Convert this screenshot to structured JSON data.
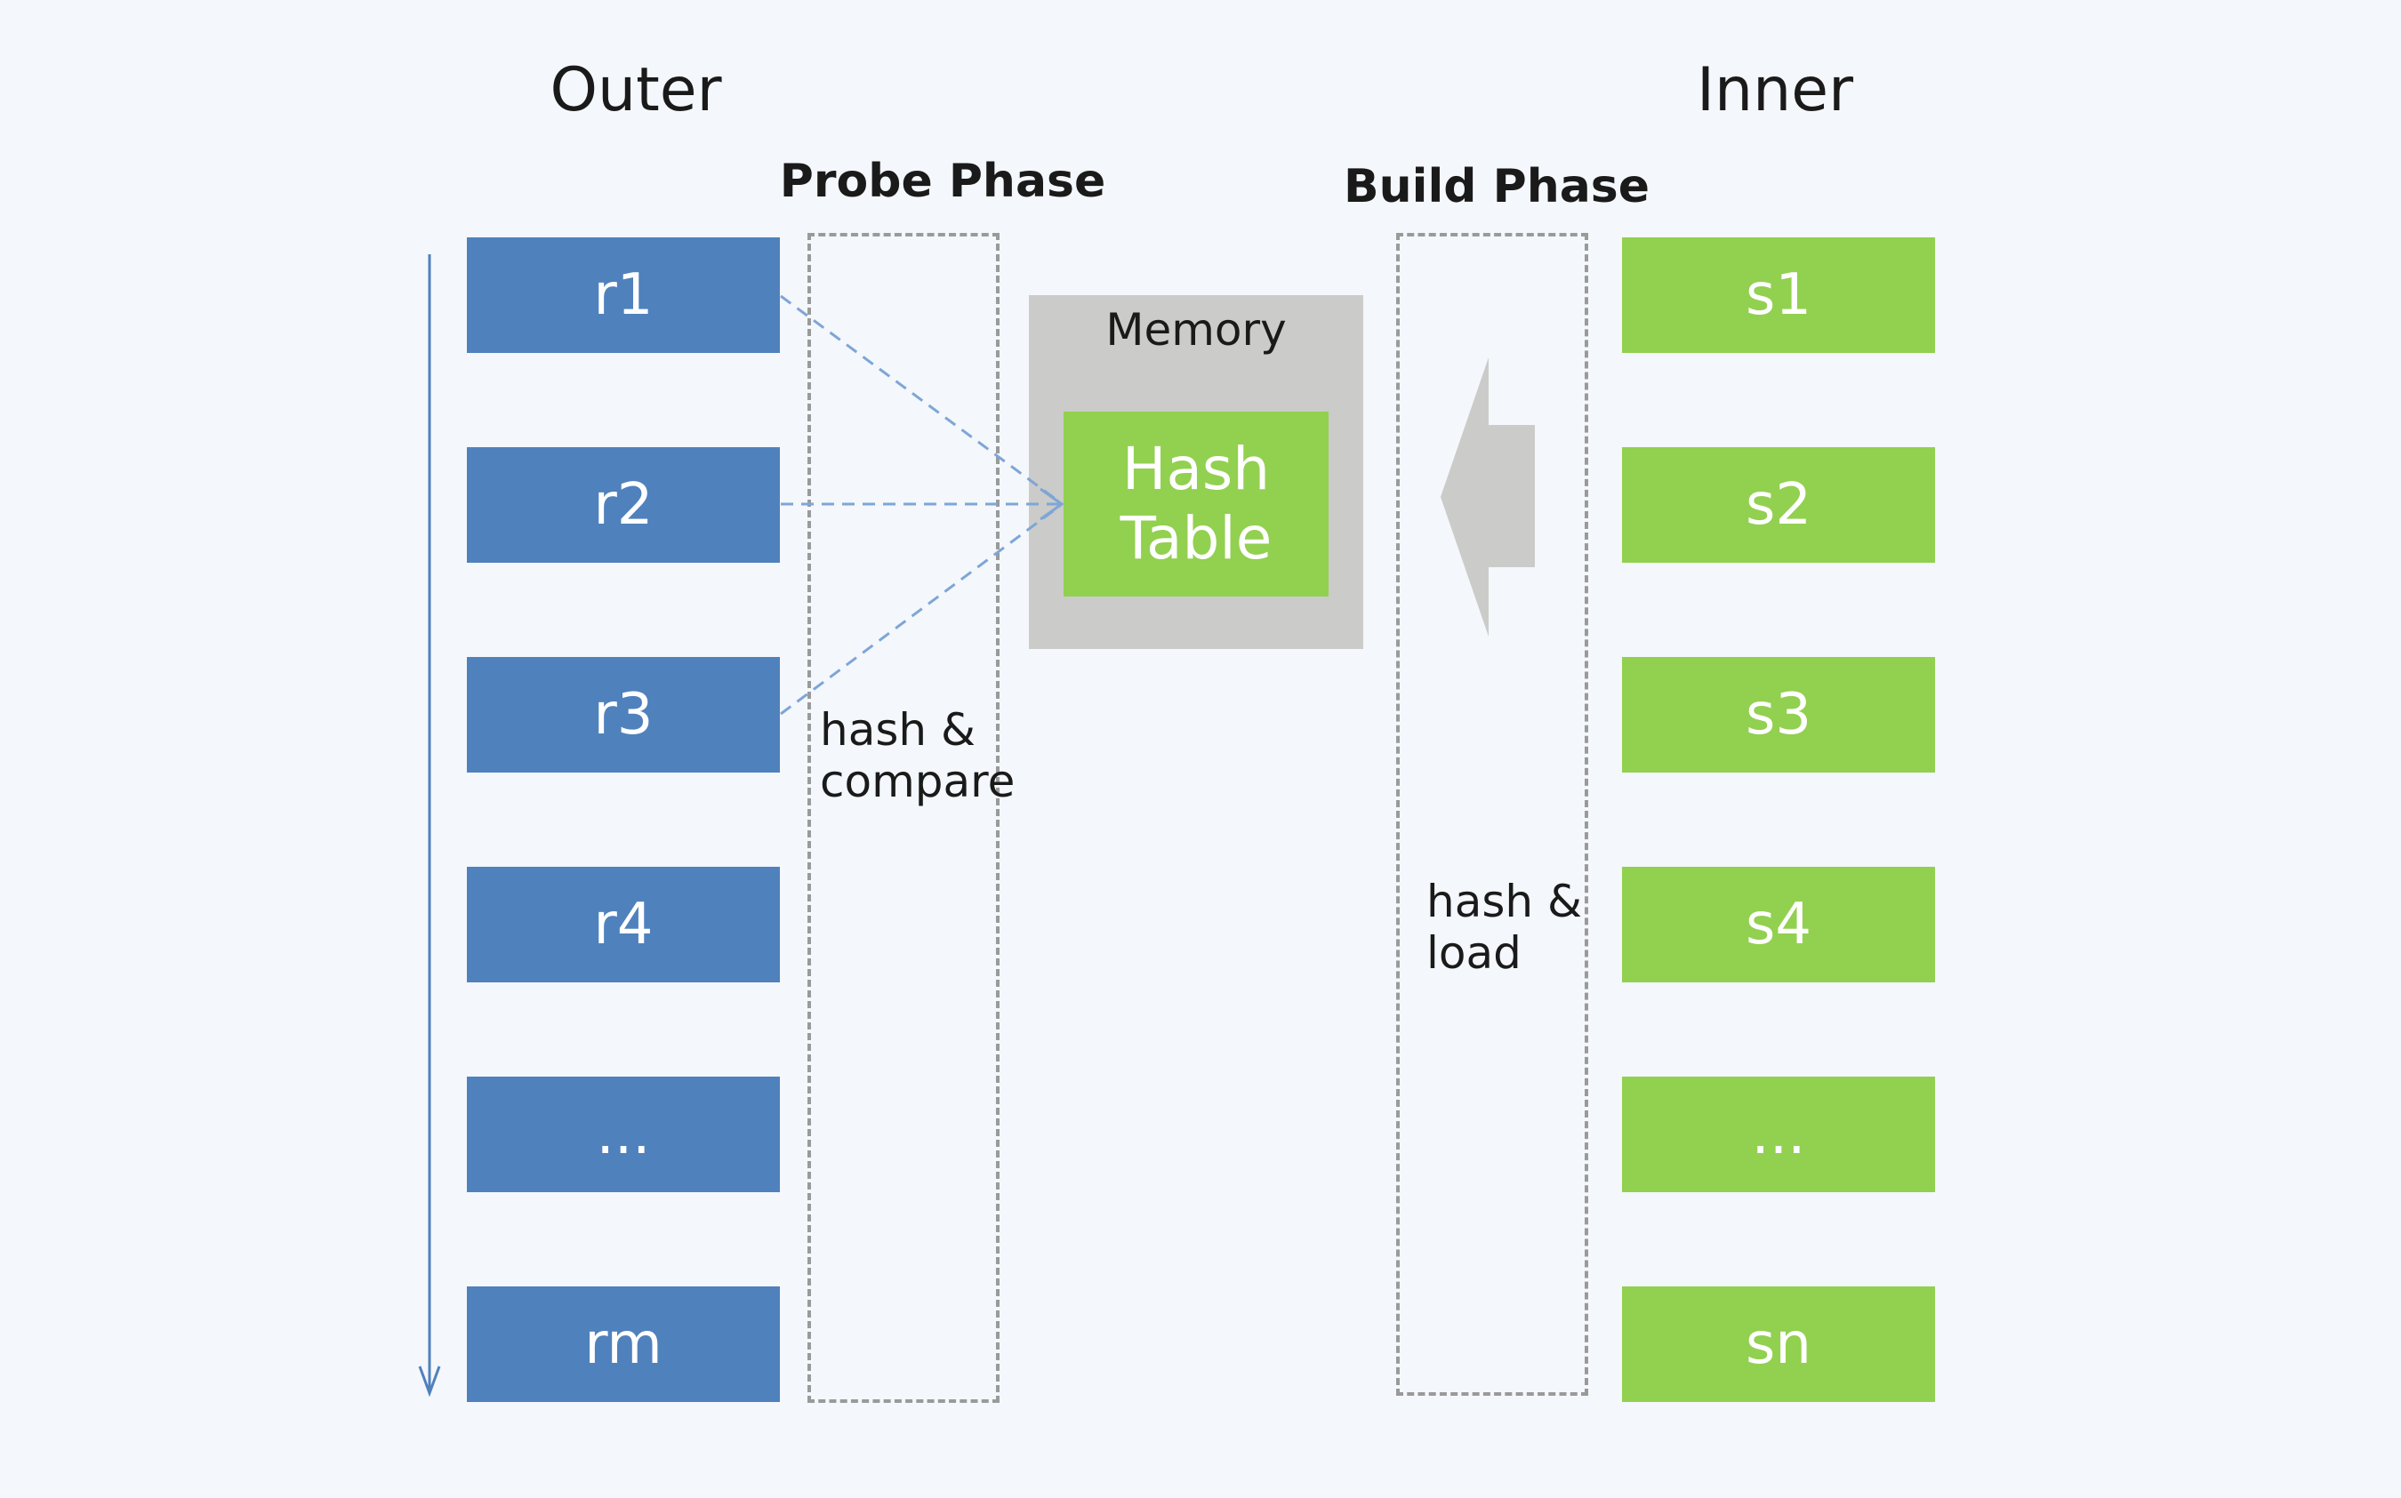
{
  "outer": {
    "title": "Outer",
    "rows": [
      "r1",
      "r2",
      "r3",
      "r4",
      "...",
      "rm"
    ]
  },
  "inner": {
    "title": "Inner",
    "rows": [
      "s1",
      "s2",
      "s3",
      "s4",
      "...",
      "sn"
    ]
  },
  "probe_phase": {
    "title": "Probe Phase",
    "note_line1": "hash &",
    "note_line2": "compare"
  },
  "build_phase": {
    "title": "Build Phase",
    "note_line1": "hash &",
    "note_line2": "load"
  },
  "memory": {
    "label": "Memory",
    "hash_table_line1": "Hash",
    "hash_table_line2": "Table"
  },
  "colors": {
    "outer_box": "#4f81bd",
    "inner_box": "#92d050",
    "memory_bg": "#cbcbc9",
    "probe_arrow": "#7ea6d6",
    "build_arrow": "#cbcbc9"
  }
}
